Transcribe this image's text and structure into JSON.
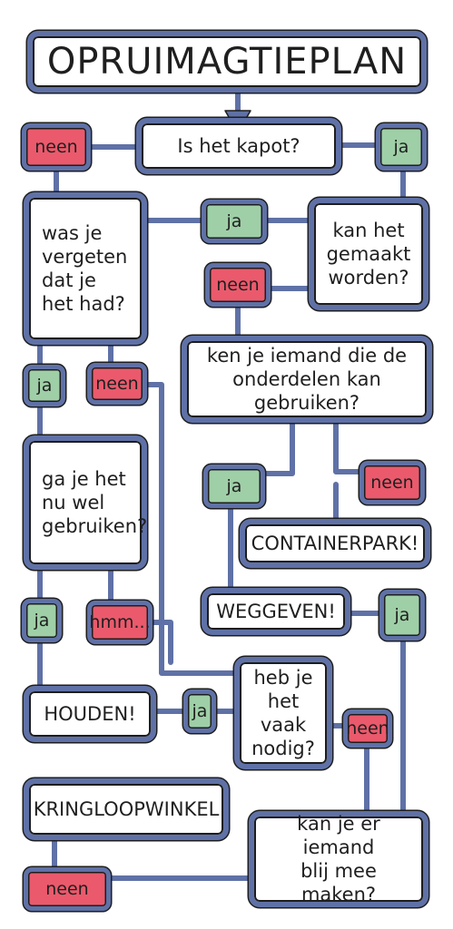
{
  "colors": {
    "connector": "#5f71a6",
    "outline": "#1d1d1d",
    "ja_fill": "#9fcfa7",
    "neen_fill": "#ea5a6c"
  },
  "title": "OPRUIMAGTIEPLAN",
  "questions": {
    "kapot": "Is het kapot?",
    "vergeten": "was je\nvergeten\ndat je\nhet had?",
    "gemaakt": "kan het\ngemaakt\nworden?",
    "onderdelen": "ken je iemand die de\nonderdelen kan gebruiken?",
    "gebruiken": "ga je het\nnu wel\ngebruiken?",
    "vaak_nodig": "heb je\nhet vaak\nnodig?",
    "blij_maken": "kan je er iemand\nblij mee maken?"
  },
  "outcomes": {
    "containerpark": "CONTAINERPARK!",
    "weggeven": "WEGGEVEN!",
    "houden": "HOUDEN!",
    "kringloop": "KRINGLOOPWINKEL"
  },
  "answers": {
    "kapot_neen": "neen",
    "kapot_ja": "ja",
    "vergeten_ja_top": "ja",
    "gemaakt_neen": "neen",
    "vergeten_ja": "ja",
    "vergeten_neen": "neen",
    "onderdelen_ja": "ja",
    "onderdelen_neen": "neen",
    "gebruiken_ja": "ja",
    "gebruiken_hmm": "hmm...",
    "weggeven_ja": "ja",
    "houden_ja": "ja",
    "vaak_neen": "neen",
    "kring_neen": "neen"
  }
}
